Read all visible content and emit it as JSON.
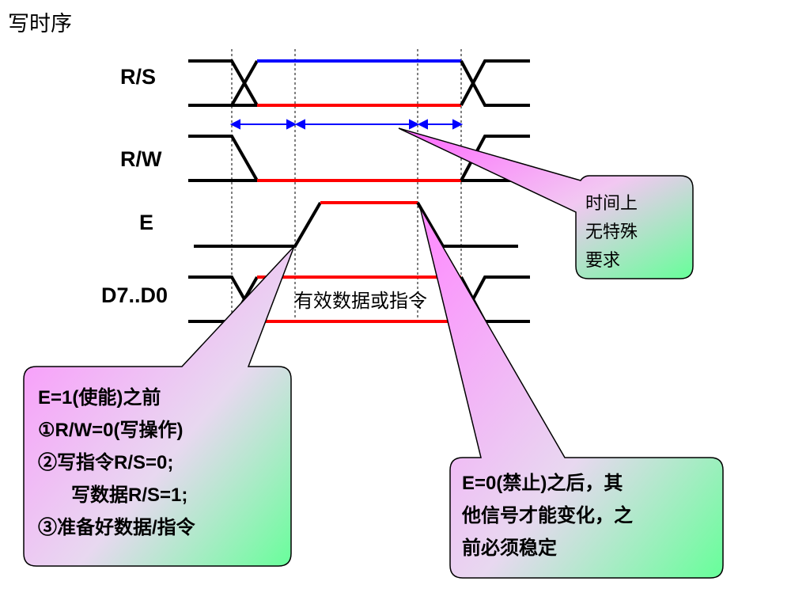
{
  "title": "写时序",
  "signals": {
    "rs": "R/S",
    "rw": "R/W",
    "e": "E",
    "data": "D7..D0"
  },
  "data_valid_label": "有效数据或指令",
  "callouts": {
    "timing": {
      "line1": "时间上",
      "line2": "无特殊",
      "line3": "要求"
    },
    "before_enable": {
      "line1": "E=1(使能)之前",
      "line2": "①R/W=0(写操作)",
      "line3": "②写指令R/S=0;",
      "line4": "写数据R/S=1;",
      "line5": "③准备好数据/指令"
    },
    "after_disable": {
      "line1": "E=0(禁止)之后，其",
      "line2": "他信号才能变化，之",
      "line3": "前必须稳定"
    }
  },
  "colors": {
    "high": "#ff0000",
    "low_alt": "#0000ff",
    "arrow": "#0000ff",
    "line": "#000000",
    "callout_pink": "#ff66ff",
    "callout_green": "#66ff99"
  }
}
